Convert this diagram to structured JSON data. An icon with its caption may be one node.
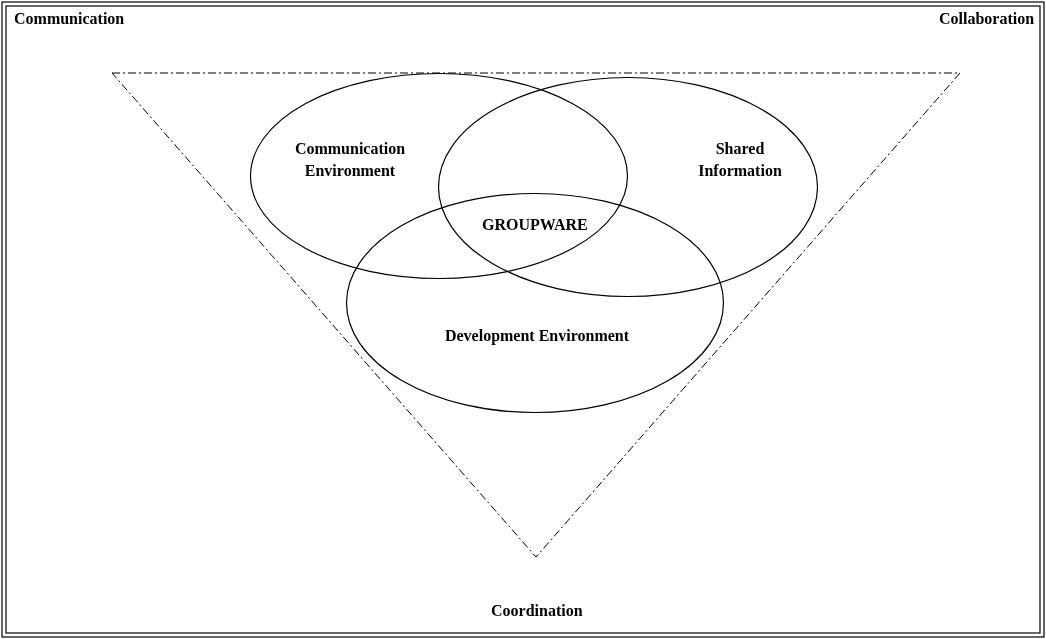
{
  "diagram": {
    "nodes": [
      {
        "text": [
          "Communication Environment"
        ]
      },
      {
        "text": [
          "Shared Information"
        ]
      },
      {
        "text": [
          "Development Environment"
        ]
      }
    ],
    "edges": [],
    "labels": [
      "Communication",
      "Collaboration",
      "GROUPWARE",
      "Coordination"
    ]
  }
}
